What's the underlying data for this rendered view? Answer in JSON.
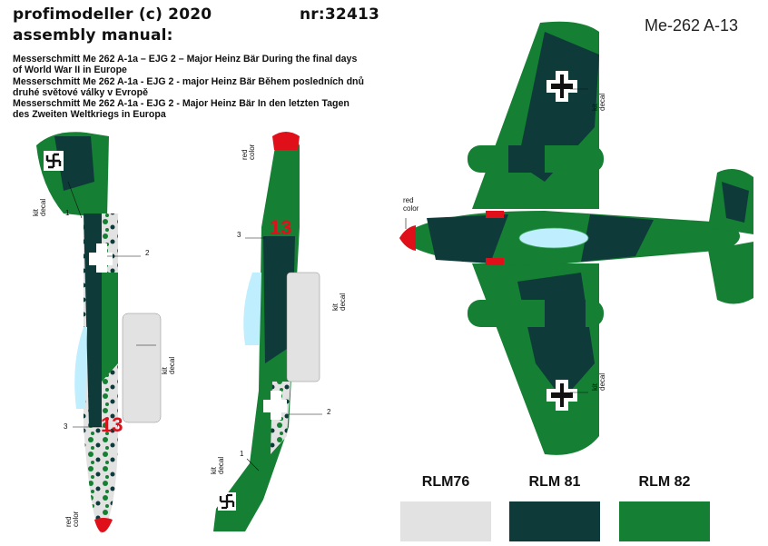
{
  "header": {
    "brand": "profimodeller (c) 2020",
    "manual": "assembly manual:",
    "code": "nr:32413",
    "model": "Me-262 A-13"
  },
  "description": [
    "Messerschmitt Me 262 A-1a – EJG 2 – Major Heinz Bär During the final days",
    "of World War II in Europe",
    "Messerschmitt Me 262 A-1a - EJG 2 - major Heinz Bär Během posledních dnů",
    "druhé světové války v Evropě",
    "Messerschmitt Me 262 A-1a - EJG 2 - Major Heinz Bär In den letzten Tagen",
    "des Zweiten Weltkriegs in Europa"
  ],
  "callouts": {
    "kit_decal_line1": "kit",
    "kit_decal_line2": "decal",
    "red_color_line1": "red",
    "red_color_line2": "color"
  },
  "markers": [
    "1",
    "2",
    "3"
  ],
  "aircraft_number": "13",
  "colors": {
    "rlm76": "#e2e2e2",
    "rlm81": "#0e3a3a",
    "rlm82": "#157f33",
    "red": "#e0101a"
  },
  "swatches": [
    {
      "label": "RLM76",
      "color": "#e2e2e2"
    },
    {
      "label": "RLM 81",
      "color": "#0e3a3a"
    },
    {
      "label": "RLM 82",
      "color": "#157f33"
    }
  ]
}
